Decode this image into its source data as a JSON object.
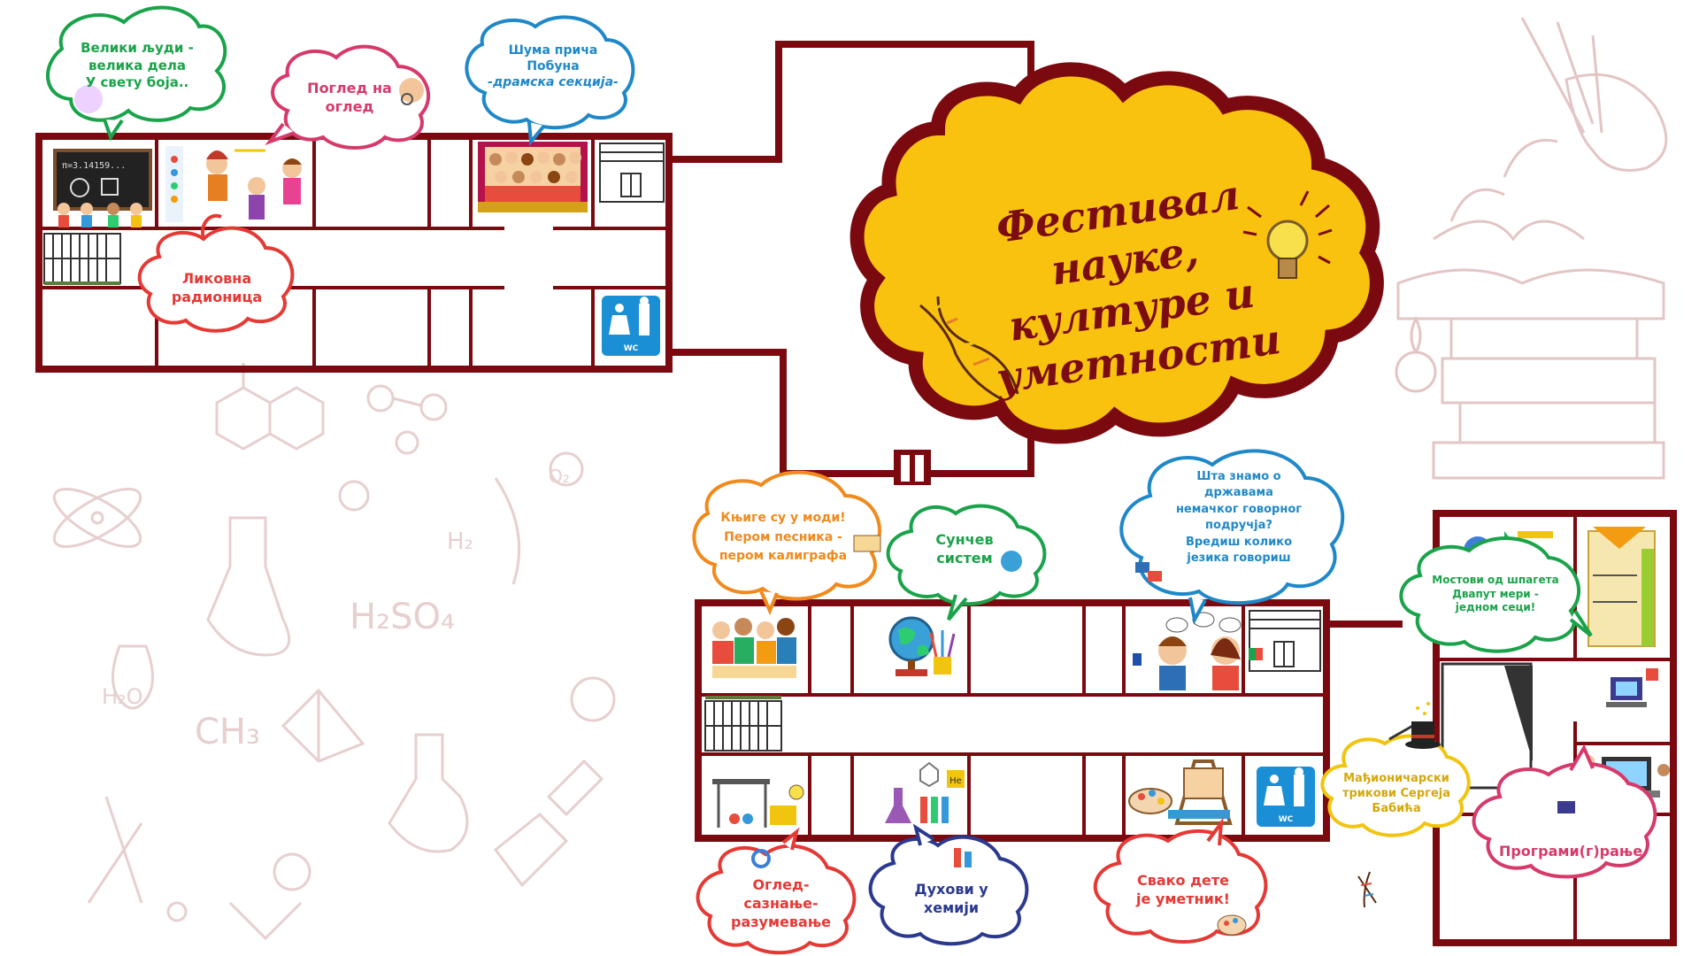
{
  "title": {
    "line1": "Фестивал науке,",
    "line2": "културе и",
    "line3": "уметности"
  },
  "colors": {
    "wall": "#7b0a10",
    "title_cloud_fill": "#f9c20f",
    "title_cloud_stroke": "#7b0a10",
    "green": "#1aa34a",
    "pink": "#d63a6a",
    "blue": "#1e88c8",
    "red": "#e53935",
    "orange": "#f08a1c",
    "navy": "#2b3a8f",
    "yellow": "#f1c40f",
    "wc_blue": "#1a8fd6"
  },
  "bubbles": {
    "veliki_ljudi": {
      "line1": "Велики људи -",
      "line2": "велика дела",
      "line3": "У свету боја.."
    },
    "pogled": {
      "line1": "Поглед на",
      "line2": "оглед"
    },
    "suma": {
      "line1": "Шума прича",
      "line2": "Побуна",
      "line3": "-драмска секција-"
    },
    "likovna": {
      "line1": "Ликовна",
      "line2": "радионица"
    },
    "knjige": {
      "line1": "Књиге су у моди!",
      "line2": "Пером песника -",
      "line3": "пером калиграфа"
    },
    "suncev": {
      "line1": "Сунчев",
      "line2": "систем"
    },
    "sta_znamo": {
      "line1": "Шта знамо о",
      "line2": "државама",
      "line3": "немачког говорног",
      "line4": "подручја?",
      "line5": "Вредиш колико",
      "line6": "језика говориш"
    },
    "mostovi": {
      "line1": "Мостови од шпагета",
      "line2": "Двапут мери -",
      "line3": "једном сеци!"
    },
    "madjionicarski": {
      "line1": "Мађионичарски",
      "line2": "трикови Сергеја",
      "line3": "Бабића"
    },
    "programi": {
      "line1": "Програми(г)рање"
    },
    "ogled": {
      "line1": "Оглед-",
      "line2": "сазнање-",
      "line3": "разумевање"
    },
    "duhovi": {
      "line1": "Духови у",
      "line2": "хемији"
    },
    "svako": {
      "line1": "Свако дете",
      "line2": "је уметник!"
    }
  },
  "wc": {
    "label": "WC"
  },
  "icons": {
    "bulb": "light-bulb-icon",
    "dna": "dna-icon",
    "stairs": "stairs-icon",
    "elevator": "elevator-icon",
    "wc": "wc-icon",
    "door": "entrance-door-icon",
    "globe": "globe-icon",
    "books": "book-icon",
    "palette": "palette-icon",
    "magic_hat": "magic-hat-icon",
    "laptop": "laptop-icon",
    "gears": "gears-icon"
  }
}
